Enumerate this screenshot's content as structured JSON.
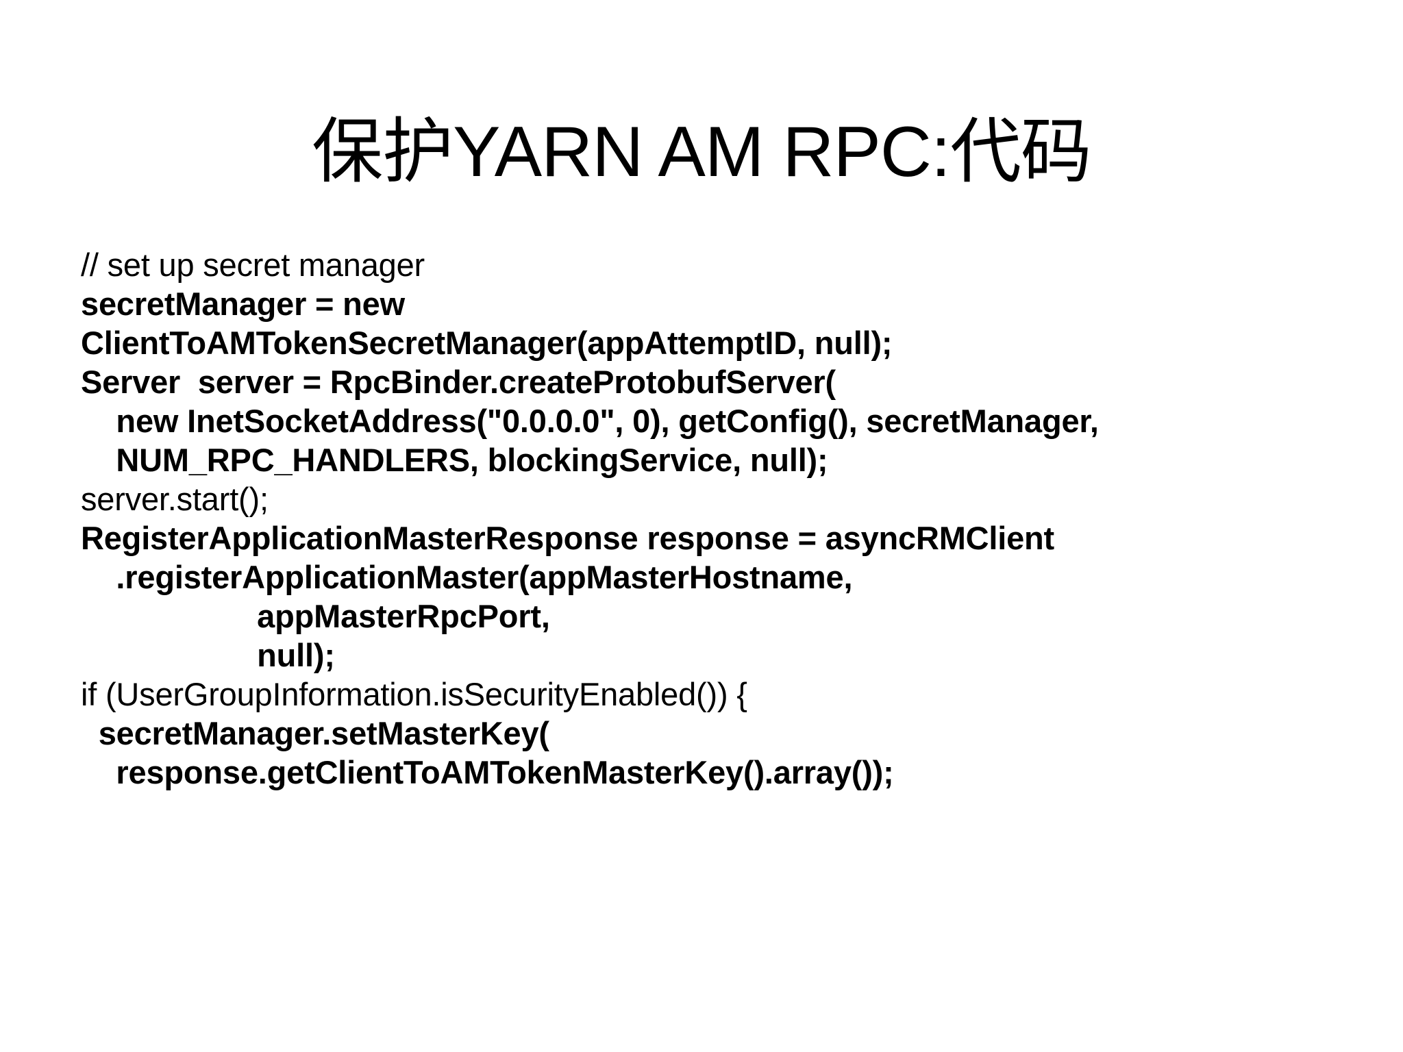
{
  "slide": {
    "title": "保护YARN AM RPC:代码",
    "background_color": "#ffffff",
    "text_color": "#000000",
    "code_lines": [
      {
        "text": "// set up secret manager",
        "bold": false
      },
      {
        "text": "secretManager = new",
        "bold": true
      },
      {
        "text": "ClientToAMTokenSecretManager(appAttemptID, null);",
        "bold": true
      },
      {
        "text": "Server  server = RpcBinder.createProtobufServer(",
        "bold": true
      },
      {
        "text": "    new InetSocketAddress(\"0.0.0.0\", 0), getConfig(), secretManager,",
        "bold": true
      },
      {
        "text": "    NUM_RPC_HANDLERS, blockingService, null);",
        "bold": true
      },
      {
        "text": "server.start();",
        "bold": false
      },
      {
        "text": "RegisterApplicationMasterResponse response = asyncRMClient",
        "bold": true
      },
      {
        "text": "    .registerApplicationMaster(appMasterHostname,",
        "bold": true
      },
      {
        "text": "                    appMasterRpcPort,",
        "bold": true
      },
      {
        "text": "                    null);",
        "bold": true
      },
      {
        "text": "if (UserGroupInformation.isSecurityEnabled()) {",
        "bold": false
      },
      {
        "text": "  secretManager.setMasterKey(",
        "bold": true
      },
      {
        "text": "    response.getClientToAMTokenMasterKey().array());",
        "bold": true
      }
    ]
  }
}
